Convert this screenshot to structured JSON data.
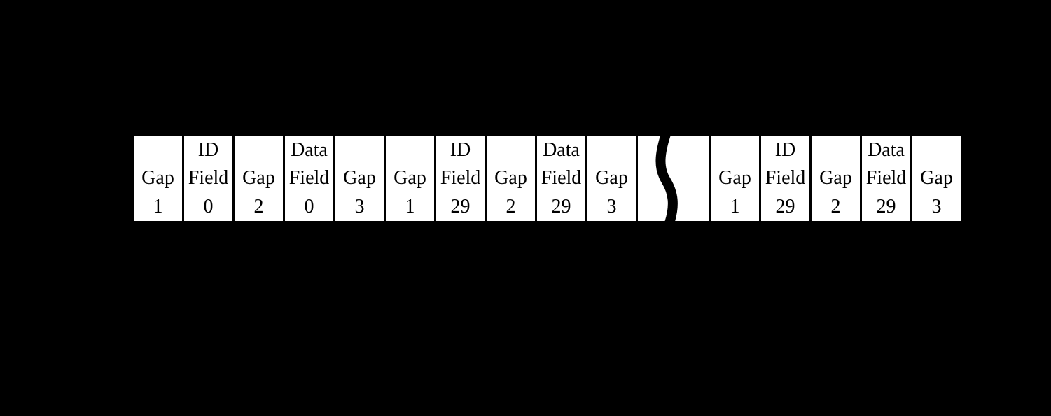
{
  "colors": {
    "background": "#000000",
    "cell_fill": "#ffffff",
    "divider": "#000000",
    "text": "#000000",
    "break_curve": "#000000"
  },
  "track_format": {
    "cells": [
      {
        "type": "gap",
        "line1": "",
        "line2": "Gap",
        "line3": "1"
      },
      {
        "type": "field",
        "line1": "ID",
        "line2": "Field",
        "line3": "0"
      },
      {
        "type": "gap",
        "line1": "",
        "line2": "Gap",
        "line3": "2"
      },
      {
        "type": "field",
        "line1": "Data",
        "line2": "Field",
        "line3": "0"
      },
      {
        "type": "gap",
        "line1": "",
        "line2": "Gap",
        "line3": "3"
      },
      {
        "type": "gap",
        "line1": "",
        "line2": "Gap",
        "line3": "1"
      },
      {
        "type": "field",
        "line1": "ID",
        "line2": "Field",
        "line3": "29"
      },
      {
        "type": "gap",
        "line1": "",
        "line2": "Gap",
        "line3": "2"
      },
      {
        "type": "field",
        "line1": "Data",
        "line2": "Field",
        "line3": "29"
      },
      {
        "type": "gap",
        "line1": "",
        "line2": "Gap",
        "line3": "3"
      },
      {
        "type": "break",
        "symbol": "s-curve-break"
      },
      {
        "type": "gap",
        "line1": "",
        "line2": "Gap",
        "line3": "1"
      },
      {
        "type": "field",
        "line1": "ID",
        "line2": "Field",
        "line3": "29"
      },
      {
        "type": "gap",
        "line1": "",
        "line2": "Gap",
        "line3": "2"
      },
      {
        "type": "field",
        "line1": "Data",
        "line2": "Field",
        "line3": "29"
      },
      {
        "type": "gap",
        "line1": "",
        "line2": "Gap",
        "line3": "3"
      }
    ]
  }
}
